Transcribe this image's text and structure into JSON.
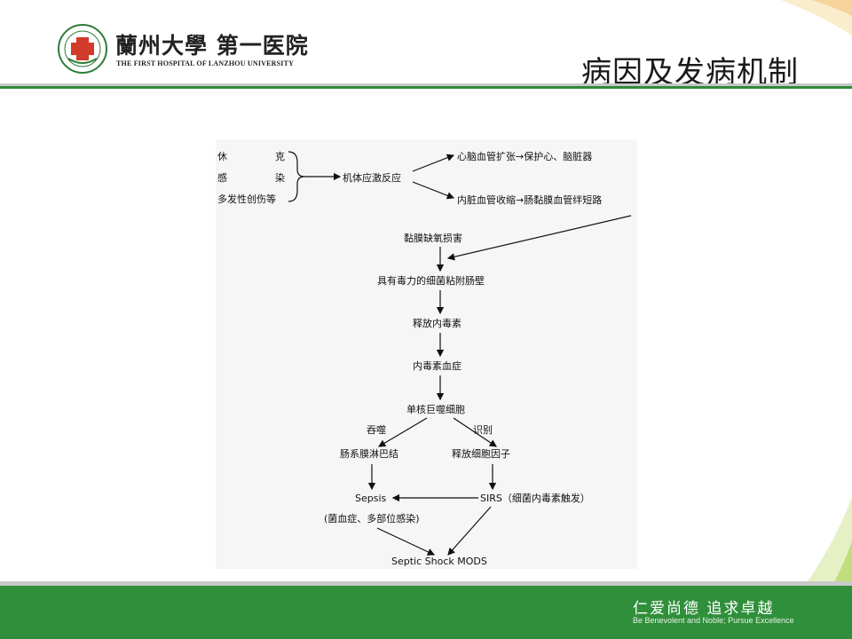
{
  "header": {
    "logo_name_cn": "蘭州大學 第一医院",
    "logo_name_en": "THE FIRST HOSPITAL OF LANZHOU UNIVERSITY",
    "slide_title": "病因及发病机制"
  },
  "diagram": {
    "causes": [
      "休",
      "克",
      "感",
      "染",
      "多发性创伤等"
    ],
    "stress": "机体应激反应",
    "branch_top": "心脑血管扩张→保护心、脑脏器",
    "branch_bottom": "内脏血管收缩→肠黏膜血管绊短路",
    "step1": "黏膜缺氧损害",
    "step2": "具有毒力的细菌粘附肠壁",
    "step3": "释放内毒素",
    "step4": "内毒素血症",
    "step5": "单核巨噬细胞",
    "left_edge": "吞噬",
    "right_edge": "识别",
    "left_node": "肠系膜淋巴结",
    "right_node": "释放细胞因子",
    "sepsis": "Sepsis",
    "sepsis_note": "(菌血症、多部位感染)",
    "sirs": "SIRS（细菌内毒素触发）",
    "outcome": "Septic Shock MODS"
  },
  "footer": {
    "motto_cn": "仁爱尚德  追求卓越",
    "motto_en": "Be Benevolent and Noble; Pursue Excellence"
  },
  "colors": {
    "brand_green": "#2f8f3a",
    "accent_lime": "#b7d96a",
    "accent_orange": "#f2c27a"
  }
}
